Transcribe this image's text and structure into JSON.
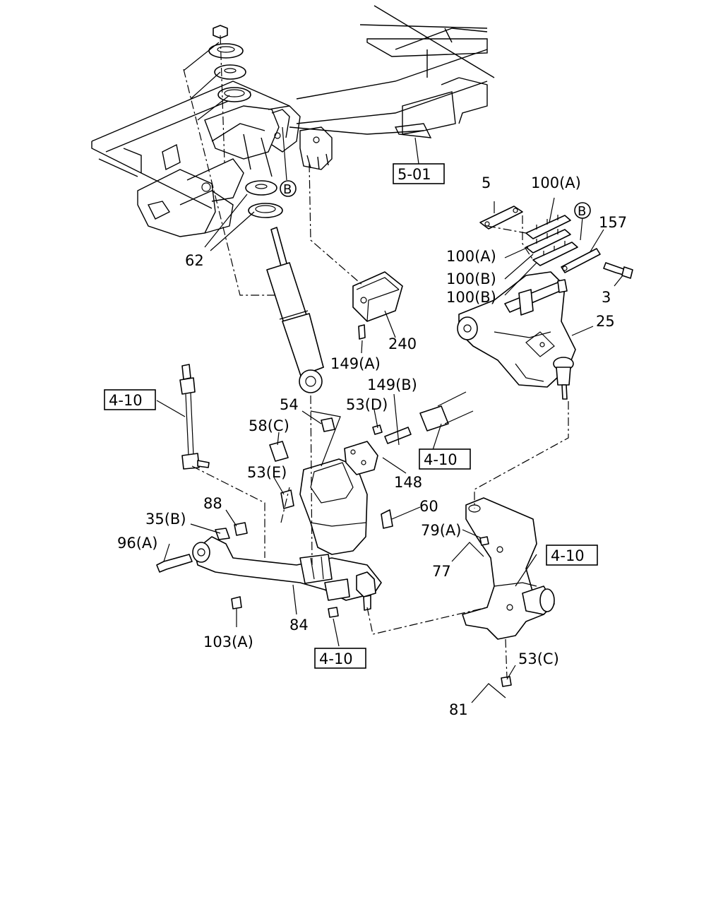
{
  "callouts": {
    "c62": "62",
    "c5": "5",
    "c100a_top": "100(A)",
    "c100a_mid": "100(A)",
    "c100b_1": "100(B)",
    "c100b_2": "100(B)",
    "cB_top": "B",
    "cB_mid": "B",
    "c157": "157",
    "c3": "3",
    "c25": "25",
    "c240": "240",
    "c149a": "149(A)",
    "c149b": "149(B)",
    "c54": "54",
    "c53d": "53(D)",
    "c58c": "58(C)",
    "c53e": "53(E)",
    "c148": "148",
    "c88": "88",
    "c35b": "35(B)",
    "c60": "60",
    "c96a": "96(A)",
    "c79a": "79(A)",
    "c77": "77",
    "c84": "84",
    "c103a": "103(A)",
    "c53c": "53(C)",
    "c81": "81"
  },
  "references": {
    "ref_501": "5-01",
    "ref_410_left": "4-10",
    "ref_410_mid": "4-10",
    "ref_410_right": "4-10",
    "ref_410_bottom": "4-10"
  }
}
